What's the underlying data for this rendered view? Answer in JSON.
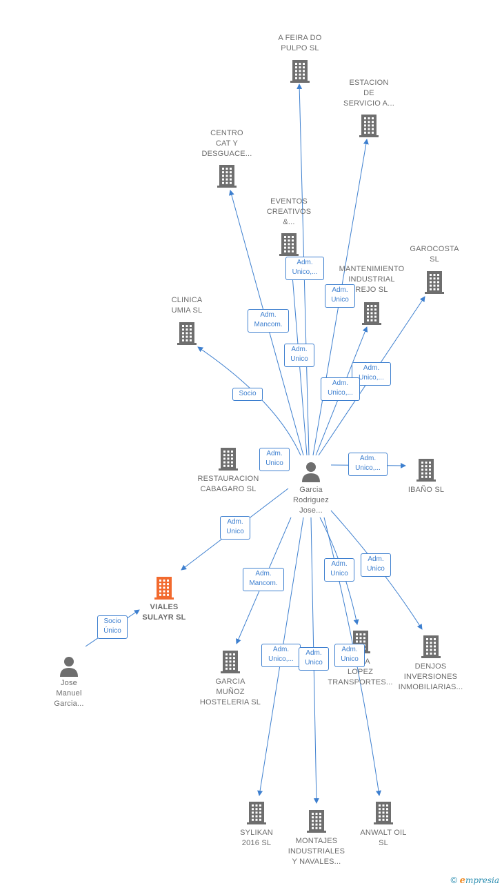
{
  "colors": {
    "edge": "#3d7fcf",
    "building": "#6e6e6e",
    "focus_building": "#f26a2e",
    "person": "#6e6e6e"
  },
  "nodes": {
    "feira": "A FEIRA DO\nPULPO  SL",
    "estacion": "ESTACION\nDE\nSERVICIO A...",
    "centro": "CENTRO\nCAT Y\nDESGUACE...",
    "eventos": "EVENTOS\nCREATIVOS\n&...",
    "garocosta": "GAROCOSTA\nSL",
    "mantenimiento": "MANTENIMIENTO\nINDUSTRIAL\nREJO  SL",
    "clinica": "CLINICA\nUMIA SL",
    "restauracion": "RESTAURACION\nCABAGARO  SL",
    "ibano": "IBAÑO SL",
    "garcia_jose": "Garcia\nRodriguez\nJose...",
    "viales": "VIALES\nSULAYR  SL",
    "jose_manuel": "Jose\nManuel\nGarcia...",
    "garcia_munoz": "GARCIA\nMUÑOZ\nHOSTELERIA SL",
    "garcia_lopez": "...CIA\nLOPEZ\nTRANSPORTES...",
    "denjos": "DENJOS\nINVERSIONES\nINMOBILIARIAS...",
    "sylikan": "SYLIKAN\n2016  SL",
    "montajes": "MONTAJES\nINDUSTRIALES\nY NAVALES...",
    "anwalt": "ANWALT OIL\nSL"
  },
  "edge_labels": {
    "feira": "Adm.\nUnico,...",
    "estacion": "Adm.\nUnico",
    "centro": "Adm.\nMancom.",
    "eventos": "Adm.\nUnico",
    "mantenimiento": "Adm.\nUnico,...",
    "garocosta": "Adm.\nUnico,...",
    "clinica": "Socio",
    "restauracion": "Adm.\nUnico",
    "ibano": "Adm.\nUnico,...",
    "viales": "Adm.\nUnico",
    "jose_manuel": "Socio\nÚnico",
    "garcia_munoz": "Adm.\nMancom.",
    "garcia_lopez": "Adm.\nUnico",
    "denjos": "Adm.\nUnico",
    "sylikan": "Adm.\nUnico,...",
    "montajes": "Adm.\nUnico",
    "anwalt": "Adm.\nUnico"
  },
  "footer": {
    "copyright": "©",
    "brand_e": "e",
    "brand_rest": "mpresia"
  }
}
